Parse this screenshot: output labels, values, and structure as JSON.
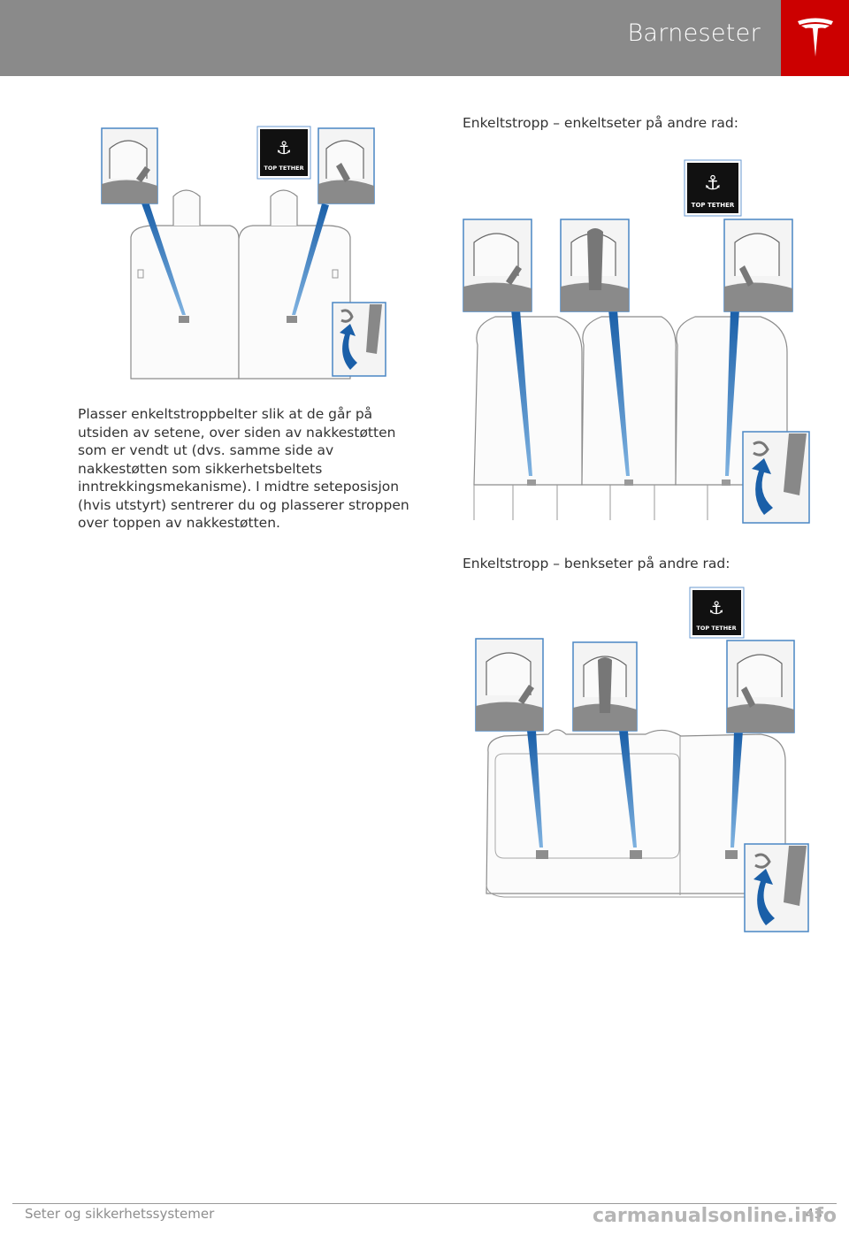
{
  "header": {
    "title": "Barneseter"
  },
  "left": {
    "paragraph": "Plasser enkeltstroppbelter slik at de går på utsiden av setene, over siden av nakkestøtten som er vendt ut (dvs. samme side av nakkestøtten som sikkerhetsbeltets inntrekkingsmekanisme). I midtre seteposisjon (hvis utstyrt) sentrerer du og plasserer stroppen over toppen av nakkestøtten."
  },
  "right": {
    "caption_single": "Enkeltstropp – enkeltseter på andre rad:",
    "caption_bench": "Enkeltstropp – benkseter på andre rad:"
  },
  "badge": {
    "label": "TOP TETHER"
  },
  "footer": {
    "section": "Seter og sikkerhetssystemer",
    "page": "43",
    "watermark": "carmanualsonline.info"
  }
}
